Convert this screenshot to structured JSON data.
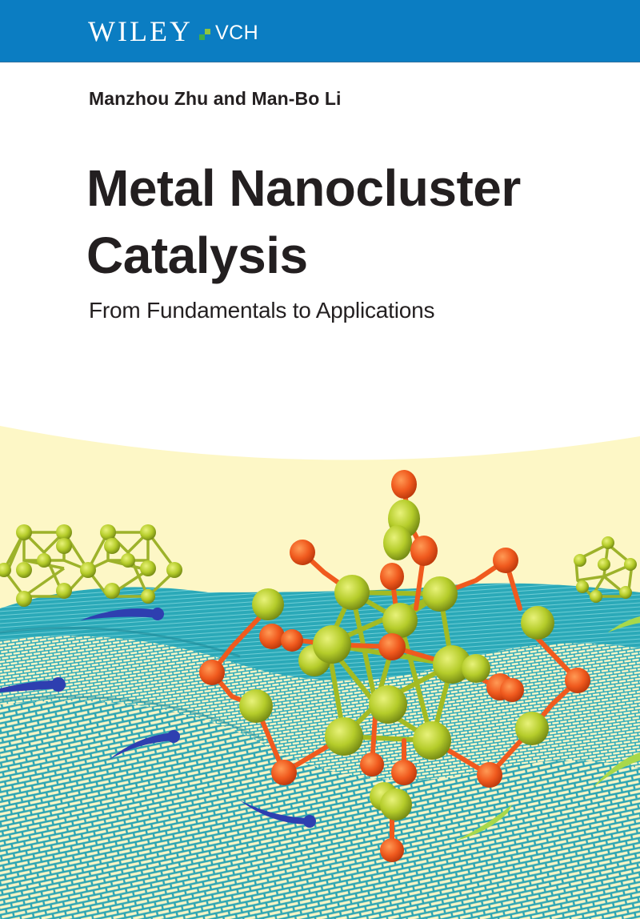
{
  "publisher": {
    "name": "WILEY",
    "imprint": "VCH",
    "bar_color": "#0b7dc2",
    "logo_mark_colors": [
      "#3fae49",
      "#8dc63f"
    ]
  },
  "book": {
    "authors": "Manzhou Zhu and Man-Bo Li",
    "title_line1": "Metal Nanocluster",
    "title_line2": "Catalysis",
    "subtitle": "From Fundamentals to Applications"
  },
  "cover_art": {
    "description": "Metal nanocluster with ligand atoms on a wavy graphene-like mesh support",
    "background_color": "#fdf7c6",
    "mesh_color": "#2ba9b8",
    "metal_atom_color": "#b5cc2a",
    "ligand_atom_color": "#f05a1e",
    "streak_colors": [
      "#2e3fb0",
      "#a8d84a"
    ]
  }
}
